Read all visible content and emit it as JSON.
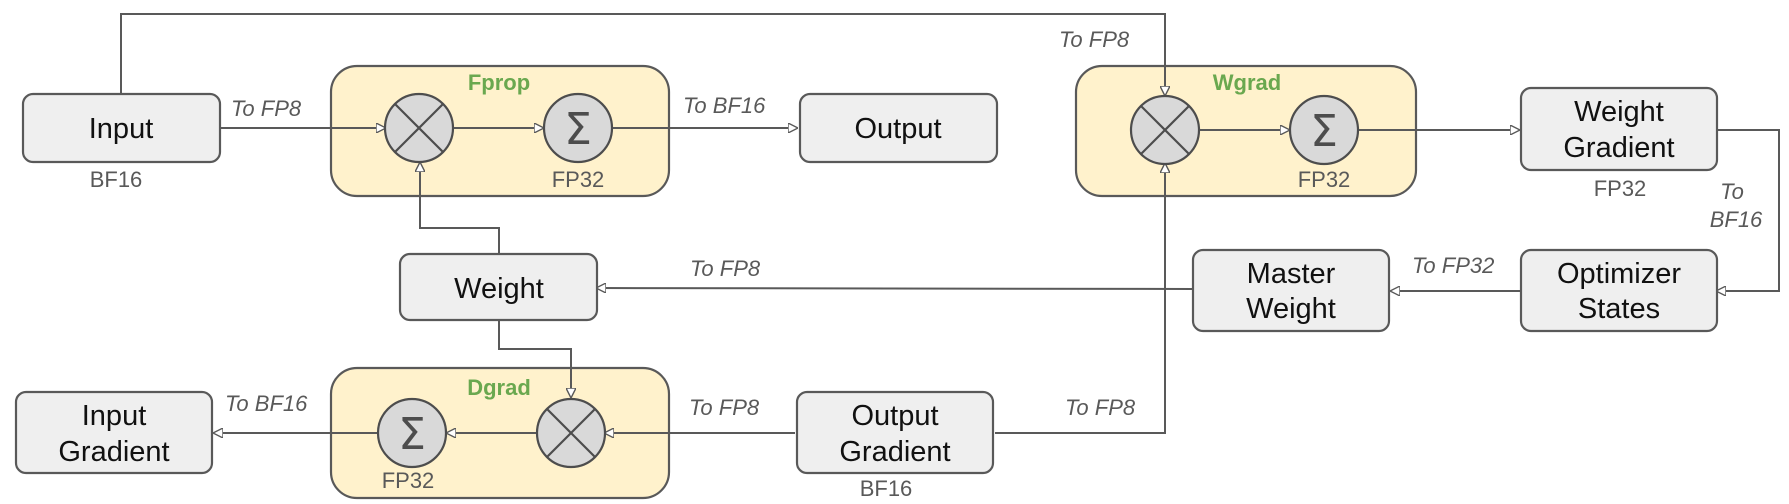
{
  "groups": {
    "fprop": {
      "title": "Fprop",
      "sum_dtype": "FP32"
    },
    "wgrad": {
      "title": "Wgrad",
      "sum_dtype": "FP32"
    },
    "dgrad": {
      "title": "Dgrad",
      "sum_dtype": "FP32"
    }
  },
  "nodes": {
    "input": {
      "label": "Input",
      "dtype": "BF16"
    },
    "output": {
      "label": "Output"
    },
    "weight_gradient": {
      "label_line1": "Weight",
      "label_line2": "Gradient",
      "dtype": "FP32"
    },
    "weight": {
      "label": "Weight"
    },
    "master_weight": {
      "label_line1": "Master",
      "label_line2": "Weight"
    },
    "optimizer_states": {
      "label_line1": "Optimizer",
      "label_line2": "States"
    },
    "input_gradient": {
      "label_line1": "Input",
      "label_line2": "Gradient"
    },
    "output_gradient": {
      "label_line1": "Output",
      "label_line2": "Gradient",
      "dtype": "BF16"
    }
  },
  "operators": {
    "multiply_icon": "circled-times",
    "sum_icon": "sigma",
    "sum_symbol": "Σ"
  },
  "edge_labels": {
    "input_to_fprop": "To FP8",
    "input_to_wgrad": "To FP8",
    "fprop_to_output": "To BF16",
    "wgrad_grad_line1": "To",
    "wgrad_grad_line2": "BF16",
    "master_to_weight": "To FP8",
    "optimizer_to_master": "To FP32",
    "dgrad_to_input_gradient": "To BF16",
    "output_gradient_to_dgrad": "To FP8",
    "output_gradient_to_wgrad": "To FP8"
  },
  "colors": {
    "node_fill": "#efefef",
    "group_fill": "#fff2cc",
    "operator_fill": "#d9d9d9",
    "stroke": "#595959",
    "group_title": "#6aa84f"
  }
}
